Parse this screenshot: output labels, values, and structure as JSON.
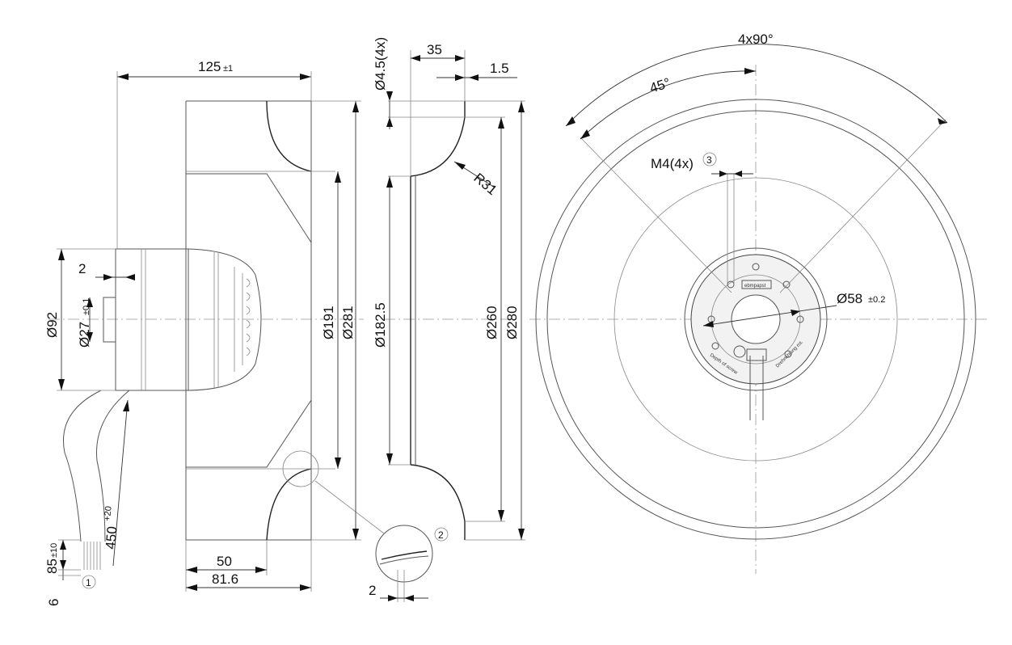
{
  "side_view": {
    "dim_length": "125",
    "dim_length_tol": "±1",
    "dim_hub_diameter": "Ø92",
    "dim_step": "2",
    "dim_shaft_diameter": "Ø27",
    "dim_shaft_tol": "±0.1",
    "dim_inlet_diameter": "Ø191",
    "dim_outer_diameter": "Ø281",
    "dim_blade_height": "50",
    "dim_overall_depth": "81.6",
    "dim_cable_length": "450",
    "dim_cable_length_tol": "+20",
    "dim_cable_strip": "85",
    "dim_cable_strip_tol": "±10",
    "dim_wire_end": "6",
    "callout_cable": "1"
  },
  "section_view": {
    "dim_holes": "Ø4.5(4x)",
    "dim_width": "35",
    "dim_thickness": "1.5",
    "dim_radius": "R31",
    "dim_inner_diameter": "Ø182.5",
    "dim_ring_diameter": "Ø260",
    "dim_outer_diameter": "Ø280",
    "dim_detail_gap": "2",
    "callout_detail": "2"
  },
  "front_view": {
    "dim_angle_spacing": "4x90°",
    "dim_angle_offset": "45°",
    "dim_threads": "M4(4x)",
    "callout_threads": "3",
    "dim_bolt_circle": "Ø58",
    "dim_bolt_circle_tol": "±0.2",
    "label_brand": "ebmpapst",
    "label_depth": "Depth of screw",
    "label_direction": "Drehrichtung rot."
  }
}
